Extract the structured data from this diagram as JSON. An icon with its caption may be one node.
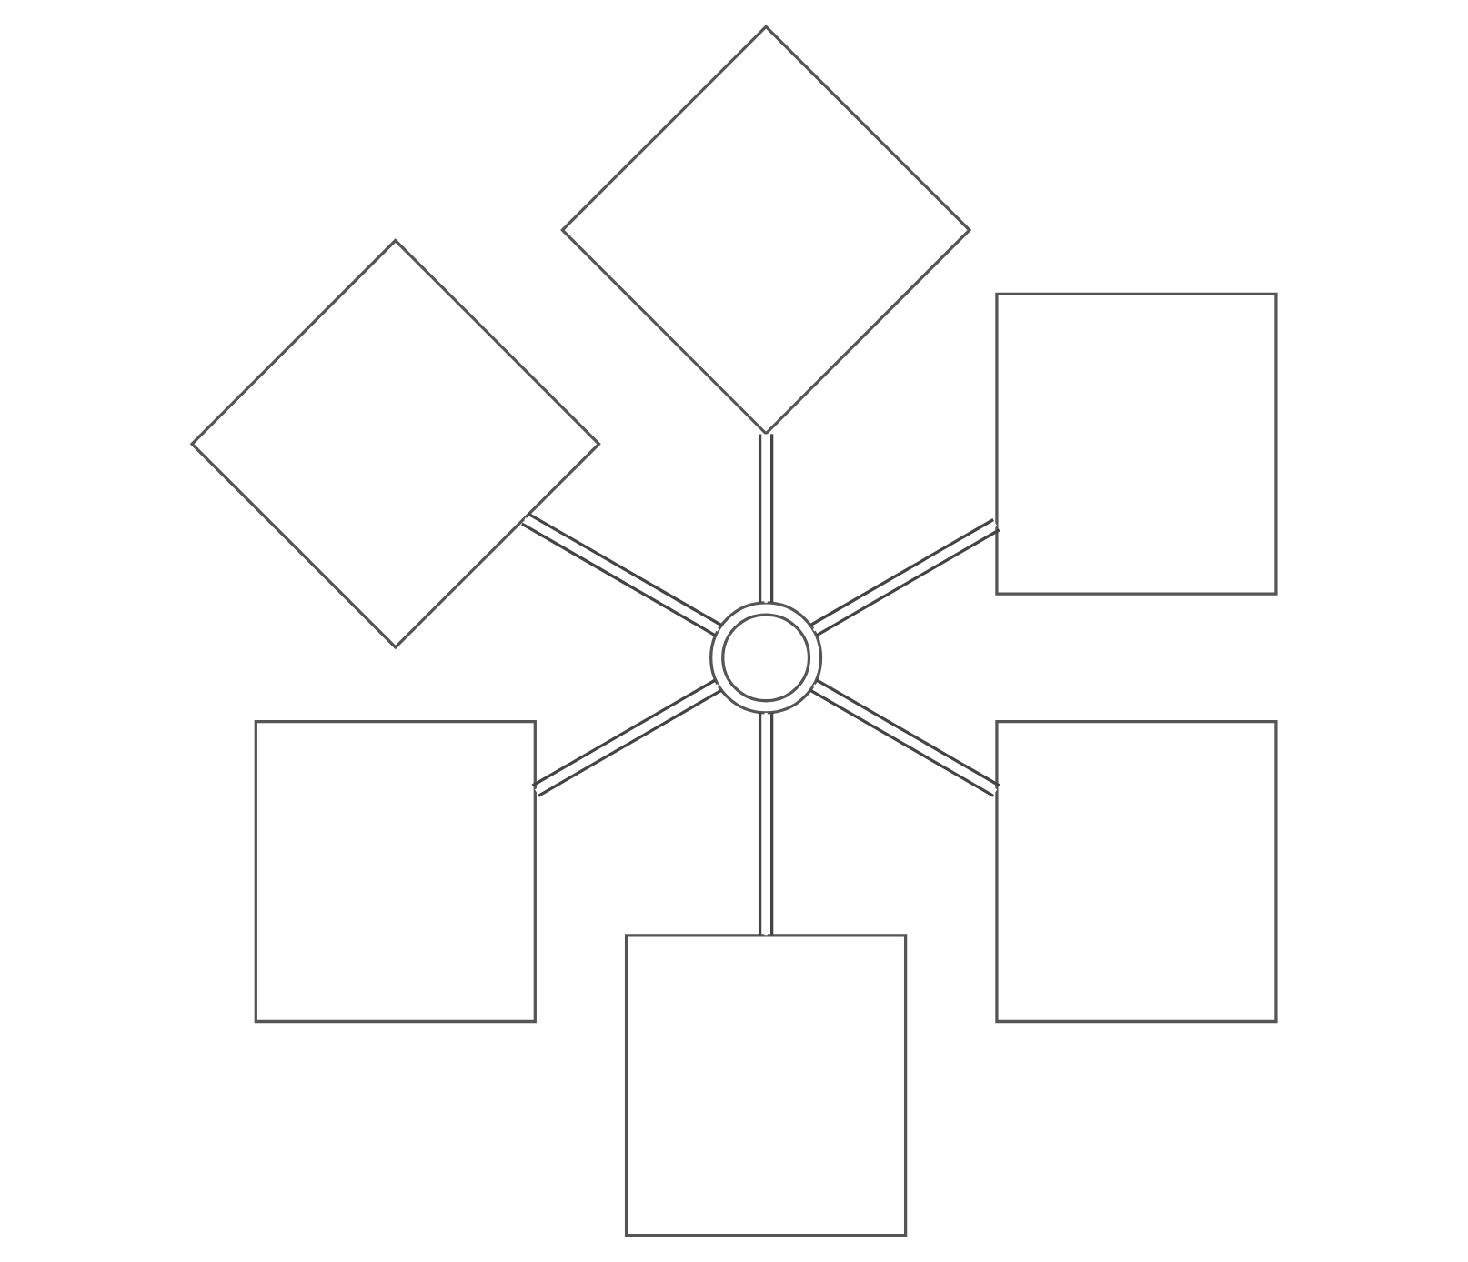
{
  "diagram": {
    "nodes": [
      {
        "text": [],
        "shape": "box"
      },
      {
        "text": [],
        "shape": "diamond"
      },
      {
        "text": [],
        "shape": "diamond"
      },
      {
        "text": [],
        "shape": "box"
      },
      {
        "text": [],
        "shape": "circle"
      },
      {
        "text": [],
        "shape": "box"
      },
      {
        "text": [],
        "shape": "box"
      }
    ],
    "edges": [
      {
        "from": 4,
        "to": 0,
        "arrow": "none"
      },
      {
        "from": 4,
        "to": 1,
        "arrow": "none"
      },
      {
        "from": 4,
        "to": 2,
        "arrow": "none"
      },
      {
        "from": 4,
        "to": 3,
        "arrow": "none"
      },
      {
        "from": 4,
        "to": 5,
        "arrow": "none"
      },
      {
        "from": 4,
        "to": 6,
        "arrow": "none"
      }
    ]
  }
}
